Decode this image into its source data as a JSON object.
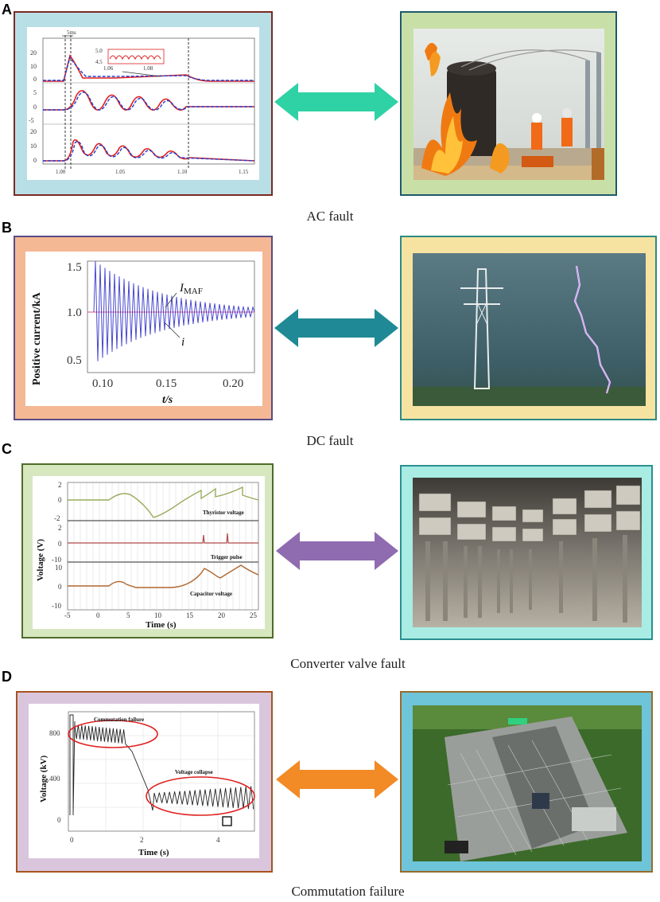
{
  "panels": {
    "A": {
      "letter": "A",
      "caption": "AC fault",
      "colors": {
        "left_border": "#7a2a22",
        "left_fill": "#b9dfe6",
        "right_border": "#1d5a6b",
        "right_fill": "#c9dfa8",
        "arrow": "#2fd2a4"
      },
      "chart": {
        "annotation_time": "5ms",
        "inset_values": [
          "5.0",
          "4.5",
          "1.06",
          "1.08"
        ],
        "x_ticks": [
          "1.00",
          "1.05",
          "1.10",
          "1.15"
        ],
        "sub1_ticks": [
          "20",
          "10",
          "0"
        ],
        "sub2_ticks": [
          "5",
          "0",
          "-5"
        ],
        "sub3_ticks": [
          "20",
          "10",
          "0"
        ]
      },
      "photo_icon": "transformer-fire-photo"
    },
    "B": {
      "letter": "B",
      "caption": "DC fault",
      "colors": {
        "left_border": "#5b4b86",
        "left_fill": "#f4b894",
        "right_border": "#2a8b86",
        "right_fill": "#f7e3a1",
        "arrow": "#1f8a95"
      },
      "chart": {
        "ylabel": "Positive current/kA",
        "xlabel": "t/s",
        "y_ticks": [
          "1.5",
          "1.0",
          "0.5"
        ],
        "x_ticks": [
          "0.10",
          "0.15",
          "0.20"
        ],
        "label_imaf": "I",
        "label_imaf_sub": "MAF",
        "label_i": "i"
      },
      "photo_icon": "lightning-tower-photo"
    },
    "C": {
      "letter": "C",
      "caption": "Converter valve fault",
      "colors": {
        "left_border": "#4e6b2a",
        "left_fill": "#d7e7c0",
        "right_border": "#2b8f8f",
        "right_fill": "#a8ece4",
        "arrow": "#8f6bb0"
      },
      "chart": {
        "ylabel": "Voltage (V)",
        "xlabel": "Time (s)",
        "x_ticks": [
          "-5",
          "0",
          "5",
          "10",
          "15",
          "20",
          "25"
        ],
        "y_ticks_1": [
          "2",
          "0",
          "-2"
        ],
        "y_ticks_2": [
          "2",
          "0"
        ],
        "y_ticks_3": [
          "-10",
          "10",
          "0",
          "-10"
        ],
        "label_1": "Thyristor voltage",
        "label_2": "Trigger pulse",
        "label_3": "Capacitor voltage"
      },
      "photo_icon": "converter-valve-hall-photo"
    },
    "D": {
      "letter": "D",
      "caption": "Commutation failure",
      "colors": {
        "left_border": "#a6541e",
        "left_fill": "#d9c6dd",
        "right_border": "#9a6a2a",
        "right_fill": "#6ec4d8",
        "arrow": "#f28a26"
      },
      "chart": {
        "ylabel": "Voltage (kV)",
        "xlabel": "Time (s)",
        "y_ticks": [
          "800",
          "400",
          "0"
        ],
        "x_ticks": [
          "0",
          "2",
          "4"
        ],
        "label_1": "Commutation failure",
        "label_2": "Voltage collapse"
      },
      "photo_icon": "converter-station-aerial-photo"
    }
  }
}
